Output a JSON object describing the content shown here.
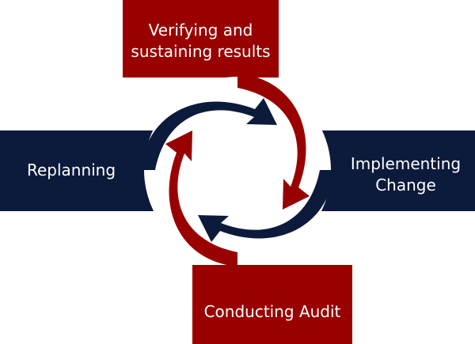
{
  "colors": {
    "red": "#990000",
    "navy": "#0c1a3c"
  },
  "stages": {
    "top": {
      "line1": "Verifying and",
      "line2": "sustaining results"
    },
    "left": {
      "label": "Replanning"
    },
    "right": {
      "line1": "Implementing",
      "line2": "Change"
    },
    "bottom": {
      "label": "Conducting Audit"
    }
  }
}
